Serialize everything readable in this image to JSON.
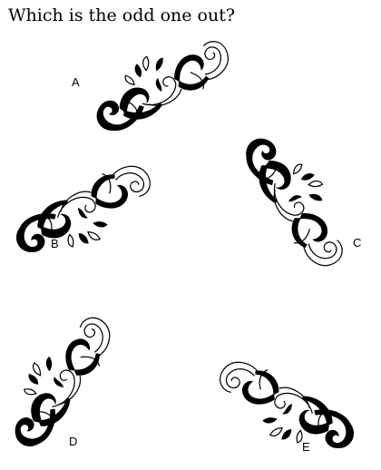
{
  "question": "Which is the odd one out?",
  "options": [
    {
      "id": "a",
      "label": "A"
    },
    {
      "id": "b",
      "label": "B"
    },
    {
      "id": "c",
      "label": "C"
    },
    {
      "id": "d",
      "label": "D"
    },
    {
      "id": "e",
      "label": "E"
    }
  ],
  "colors": {
    "ink": "#000000",
    "background": "#ffffff"
  }
}
